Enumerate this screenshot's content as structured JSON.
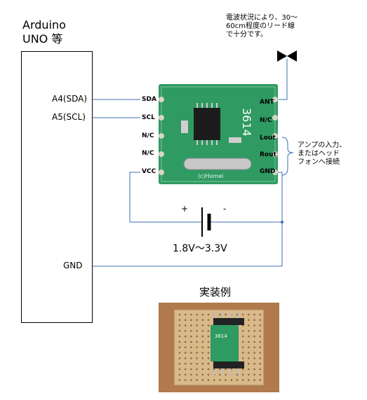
{
  "arduino": {
    "title_line1": "Arduino",
    "title_line2": "UNO 等",
    "pin_sda": "A4(SDA)",
    "pin_scl": "A5(SCL)",
    "pin_gnd": "GND"
  },
  "module": {
    "left_pins": [
      "SDA",
      "SCL",
      "N/C",
      "N/C",
      "VCC"
    ],
    "right_pins": [
      "ANT",
      "N/C",
      "Lout",
      "Rout",
      "GND"
    ],
    "chip_marking": "3614",
    "copyright": "(c)Homei"
  },
  "antenna_note": "電波状況により、30～\n60cm程度のリード線\nで十分です。",
  "audio_note": "アンプの入力、\nまたはヘッド\nフォンへ接続",
  "battery": {
    "plus": "+",
    "minus": "-",
    "voltage": "1.8V～3.3V"
  },
  "photo": {
    "title": "実装例",
    "chip_marking": "3614"
  },
  "colors": {
    "wire": "#3a6fb4",
    "pcb": "#2f9a62",
    "board": "#b07a4c"
  }
}
